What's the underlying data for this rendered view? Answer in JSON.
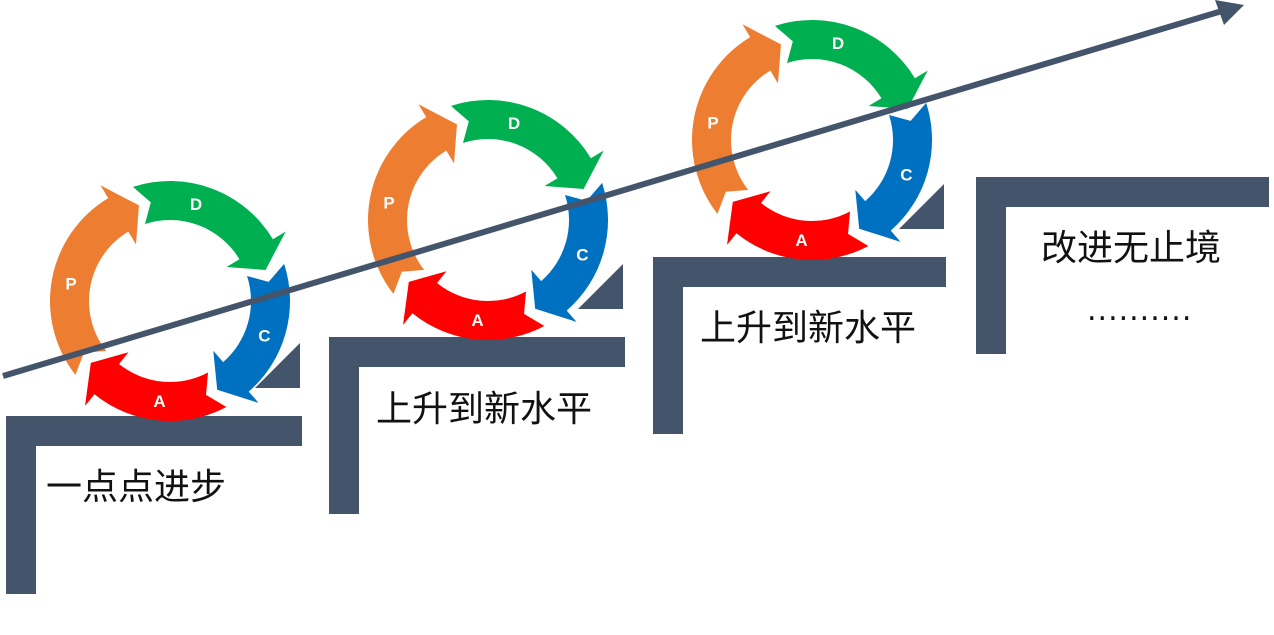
{
  "steps": [
    {
      "label": "一点点进步"
    },
    {
      "label": "上升到新水平"
    },
    {
      "label": "上升到新水平"
    },
    {
      "label": "改进无止境",
      "ellipsis": ".........."
    }
  ],
  "cycle": {
    "segments": [
      {
        "letter": "P",
        "color": "#ED7D31"
      },
      {
        "letter": "D",
        "color": "#00B050"
      },
      {
        "letter": "C",
        "color": "#0070C0"
      },
      {
        "letter": "A",
        "color": "#FF0000"
      }
    ],
    "label_color": "#FFFFFF"
  },
  "colors": {
    "stair": "#44546A",
    "arrow": "#44546A"
  }
}
